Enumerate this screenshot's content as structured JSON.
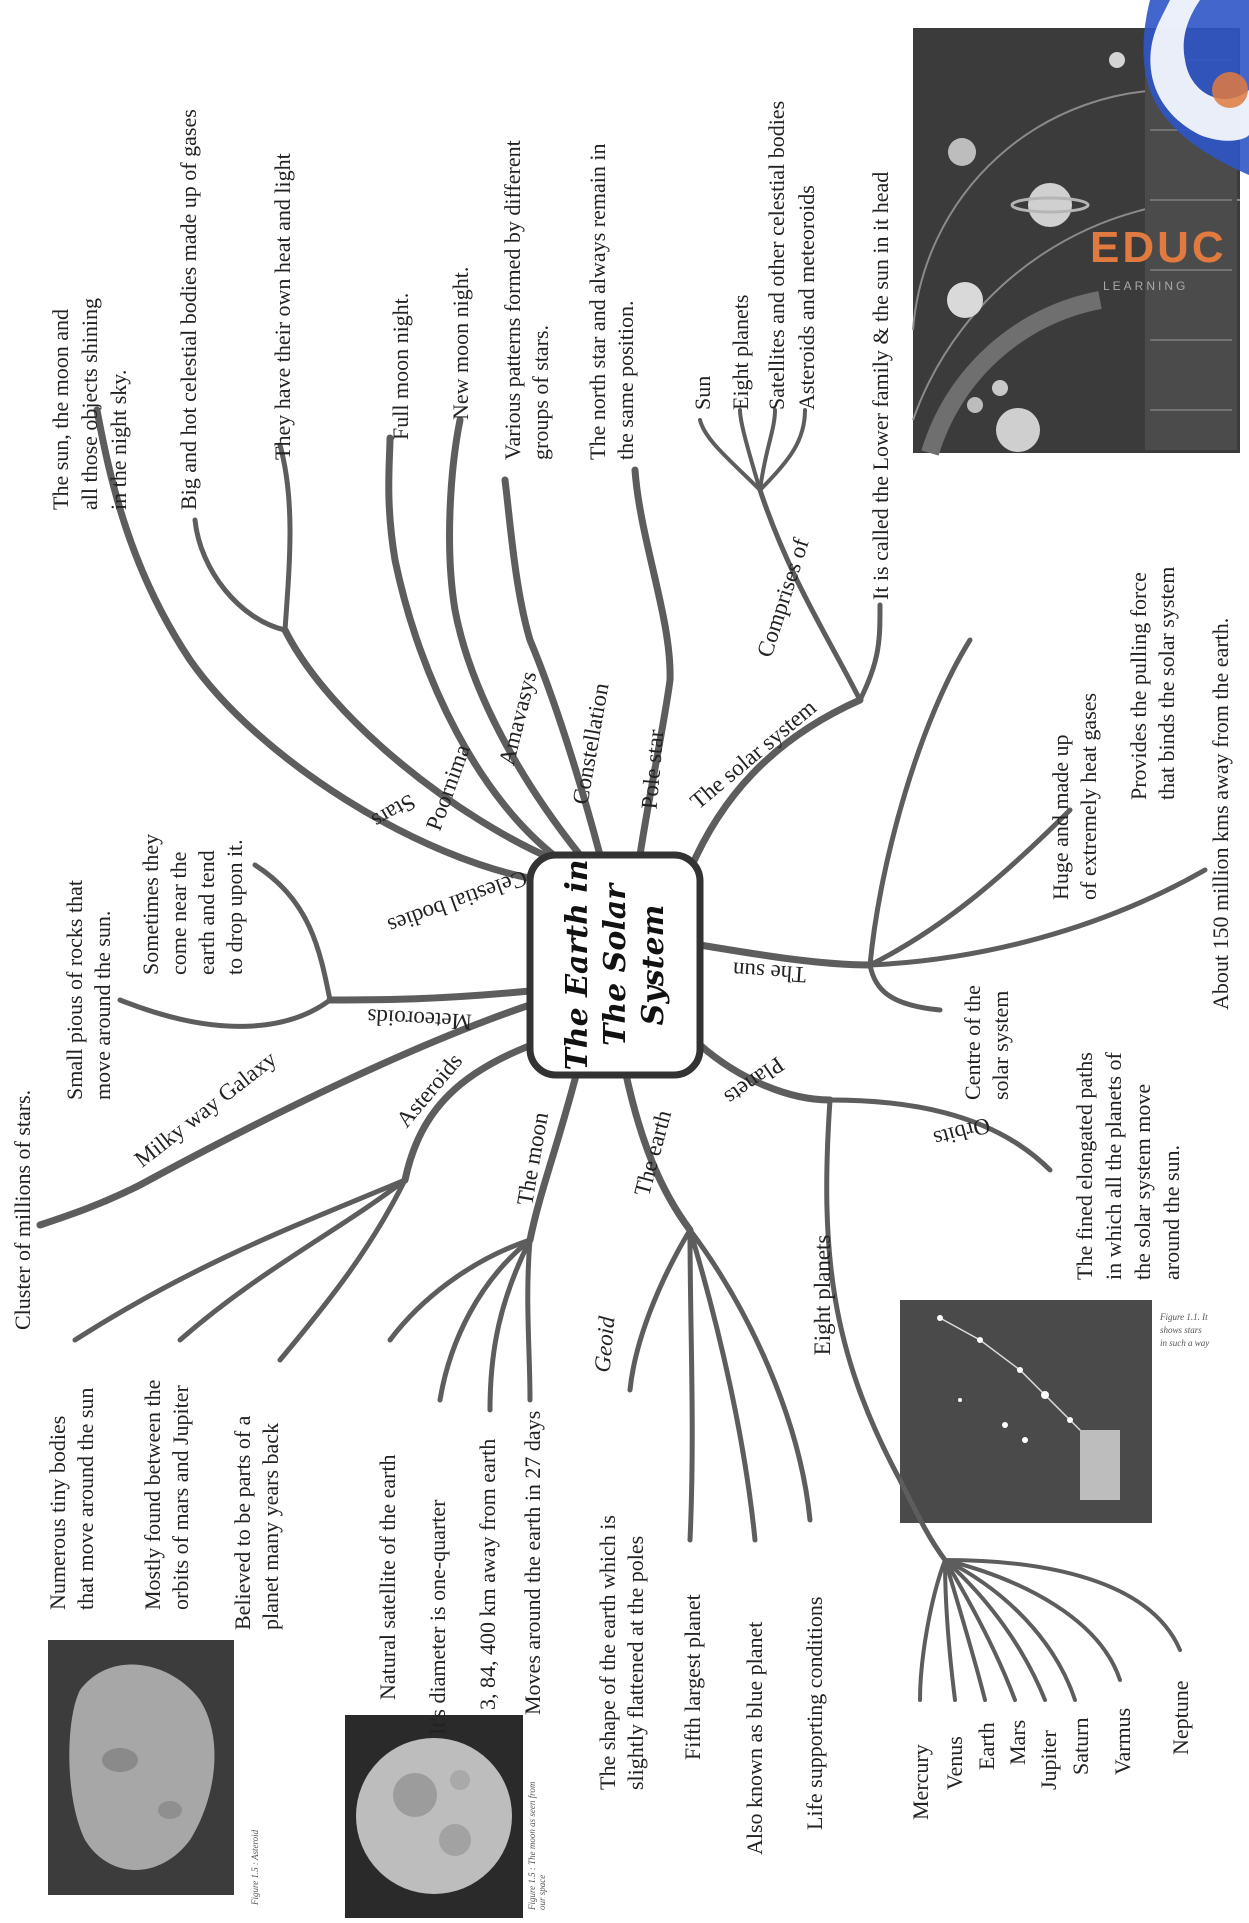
{
  "center": {
    "title_lines": [
      "The Earth in",
      "The Solar",
      "System"
    ]
  },
  "branches": {
    "celestial_bodies": "Celestial bodies",
    "stars": "Stars",
    "poornima": "Poornima",
    "amavasys": "Amavasys",
    "constellation": "Constellation",
    "pole_star": "Pole star",
    "solar_system": "The solar system",
    "comprises_of": "Comprises of",
    "the_sun": "The sun",
    "planets": "Planets",
    "orbits": "Orbits",
    "eight_planets": "Eight planets",
    "the_earth": "The earth",
    "geoid": "Geoid",
    "the_moon": "The moon",
    "asteroids": "Asteroids",
    "milky_way": "Milky way Galaxy",
    "meteoroids": "Meteoroids"
  },
  "leaves": {
    "celestial_def": [
      "The sun, the moon and",
      "all those objects shining",
      "in the night sky."
    ],
    "stars_big": "Big and hot celestial bodies made up of gases",
    "stars_light": "They have their own heat and light",
    "poornima_def": "Full moon night.",
    "amavasys_def": "New moon night.",
    "constellation_def": [
      "Various patterns formed by different",
      "groups of stars."
    ],
    "pole_star_def": [
      "The north star and always remain in",
      "the same position."
    ],
    "comprises_items": [
      "Sun",
      "Eight planets",
      "Satellites and other celestial bodies",
      "Asteroids and meteoroids"
    ],
    "solar_family": "It is called the Lower family & the sun in it head",
    "sun_huge": [
      "Huge   and   made   up",
      "of extremely heat gases"
    ],
    "sun_force": [
      "Provides the pulling force",
      "that binds the solar system"
    ],
    "sun_distance": "About 150 million kms away from the earth.",
    "sun_centre": [
      "Centre of the",
      "solar system"
    ],
    "orbits_def": [
      "The fined elongated paths",
      "in which all the planets of",
      "the    solar    system    move",
      "around the sun."
    ],
    "planet_names": [
      "Mercury",
      "Venus",
      "Earth",
      "Mars",
      "Jupiter",
      "Saturn",
      "Varmus",
      "Neptune"
    ],
    "geoid_def": [
      "The shape of the earth which is",
      "slightly flattened at the poles"
    ],
    "earth_fifth": "Fifth largest planet",
    "earth_blue": "Also known as blue planet",
    "earth_life": "Life supporting conditions",
    "moon_natural": "Natural satellite of the earth",
    "moon_diameter": "It's diameter is one-quarter",
    "moon_distance": "3, 84, 400 km away from earth",
    "moon_orbit": "Moves around the earth in 27 days",
    "asteroid_tiny": [
      "Numerous   tiny   bodies",
      "that move around the sun"
    ],
    "asteroid_orbits": [
      "Mostly found between the",
      "orbits of mars and Jupiter"
    ],
    "asteroid_parts": [
      "Believed to be parts of a",
      "planet many years back"
    ],
    "milky_def": "Cluster of millions of stars.",
    "meteoroid_rocks": [
      "Small pious of rocks that",
      "move around the sun."
    ],
    "meteoroid_drop": [
      "Sometimes they",
      "come near the",
      "earth and tend",
      "to drop upon it."
    ]
  },
  "figures": {
    "asteroid_caption": "Figure 1.5 : Asteroid",
    "moon_caption": [
      "Figure 1.5 : The moon as seen from",
      "our space"
    ],
    "constellation_caption": [
      "Figure 1.1. It",
      "shows stars",
      "in such a way"
    ]
  },
  "watermark": {
    "brand": "EDUC",
    "sub": "LEARNING"
  },
  "colors": {
    "branch": "#5d5d5d",
    "text": "#222222",
    "watermark_orange": "#e07a3e",
    "watermark_blue": "#2f55c8",
    "photo_dark": "#3a3a3a"
  }
}
